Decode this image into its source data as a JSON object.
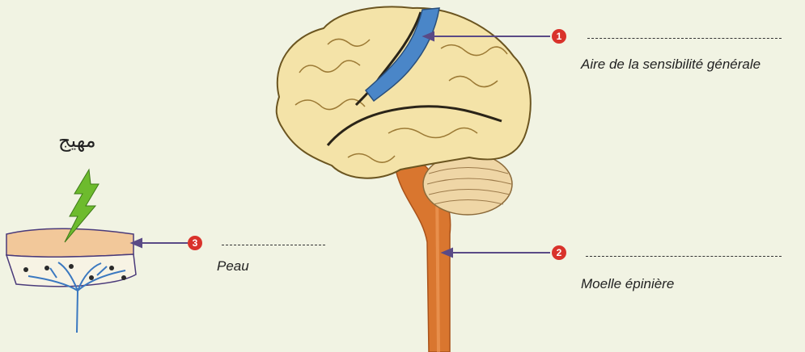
{
  "stimulus_label": "مهيج",
  "markers": [
    {
      "number": "1",
      "label": "Aire de la sensibilité générale"
    },
    {
      "number": "2",
      "label": "Moelle épinière"
    },
    {
      "number": "3",
      "label": "Peau"
    }
  ],
  "colors": {
    "background": "#f1f3e3",
    "brain": "#f4e3a8",
    "sensory_area": "#4a86c8",
    "spinal_cord": "#d9762f",
    "skin": "#f2c89a",
    "nerve": "#3a78c0",
    "stimulus_bolt": "#6dbb2d",
    "marker": "#d9322b",
    "arrow": "#5a4a86"
  }
}
